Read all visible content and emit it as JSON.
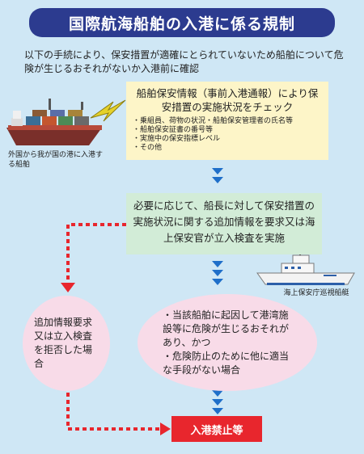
{
  "title": "国際航海船舶の入港に係る規制",
  "intro": "以下の手続により、保安措置が適確にとられていないため船舶について危険が生じるおそれがないか入港前に確認",
  "ship_caption": "外国から我が国の港に入港する船舶",
  "patrol_caption": "海上保安庁巡視船艇",
  "info_box": {
    "heading": "船舶保安情報（事前入港通報）により保安措置の実施状況をチェック",
    "items": [
      "・乗組員、荷物の状況・船舶保安管理者の氏名等",
      "・船舶保安証書の番号等",
      "・実施中の保安指標レベル",
      "・その他"
    ]
  },
  "action_box": "必要に応じて、船長に対して保安措置の実施状況に関する追加情報を要求又は海上保安官が立入検査を実施",
  "refusal": "追加情報要求又は立入検査を拒否した場合",
  "conditions": [
    "・当該船舶に起因して港湾施設等に危険が生じるおそれがあり、かつ",
    "・危険防止のために他に適当な手段がない場合"
  ],
  "result": "入港禁止等",
  "colors": {
    "title_bg": "#2c3b8f",
    "background": "#cfe7f5",
    "info_bg": "#fdf5c8",
    "action_bg": "#d2ecd7",
    "condition_bg": "#f8dbe8",
    "arrow_blue": "#1f6fc9",
    "alert_red": "#e8262d"
  }
}
